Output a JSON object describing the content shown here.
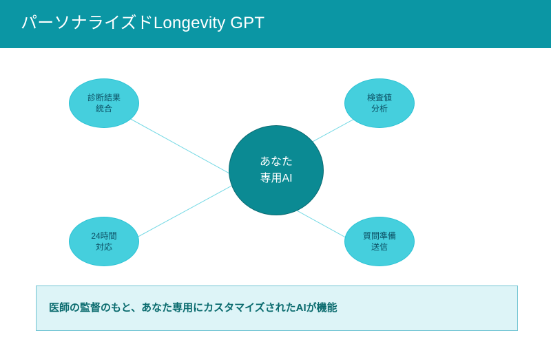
{
  "header": {
    "title": "パーソナライズドLongevity GPT",
    "background_color": "#0b96a4",
    "text_color": "#ffffff"
  },
  "diagram": {
    "type": "hub-and-spoke",
    "center": {
      "id": "center-node",
      "line1": "あなた",
      "line2": "専用AI",
      "fill_color": "#0b8a93",
      "text_color": "#ffffff"
    },
    "nodes": [
      {
        "id": "node-top-left",
        "position": "top-left",
        "line1": "診断結果",
        "line2": "統合",
        "fill_color": "#45cfdd",
        "text_color": "#0c4f63"
      },
      {
        "id": "node-top-right",
        "position": "top-right",
        "line1": "検査値",
        "line2": "分析",
        "fill_color": "#45cfdd",
        "text_color": "#0c4f63"
      },
      {
        "id": "node-bottom-left",
        "position": "bottom-left",
        "line1": "24時間",
        "line2": "対応",
        "fill_color": "#45cfdd",
        "text_color": "#0c4f63"
      },
      {
        "id": "node-bottom-right",
        "position": "bottom-right",
        "line1": "質問準備",
        "line2": "送信",
        "fill_color": "#45cfdd",
        "text_color": "#0c4f63"
      }
    ],
    "connector_color": "#72d8e4"
  },
  "caption": {
    "text": "医師の監督のもと、あなた専用にカスタマイズされたAIが機能",
    "background_color": "#ddf4f7",
    "border_color": "#6fc3d2",
    "text_color": "#0a6b6e"
  }
}
